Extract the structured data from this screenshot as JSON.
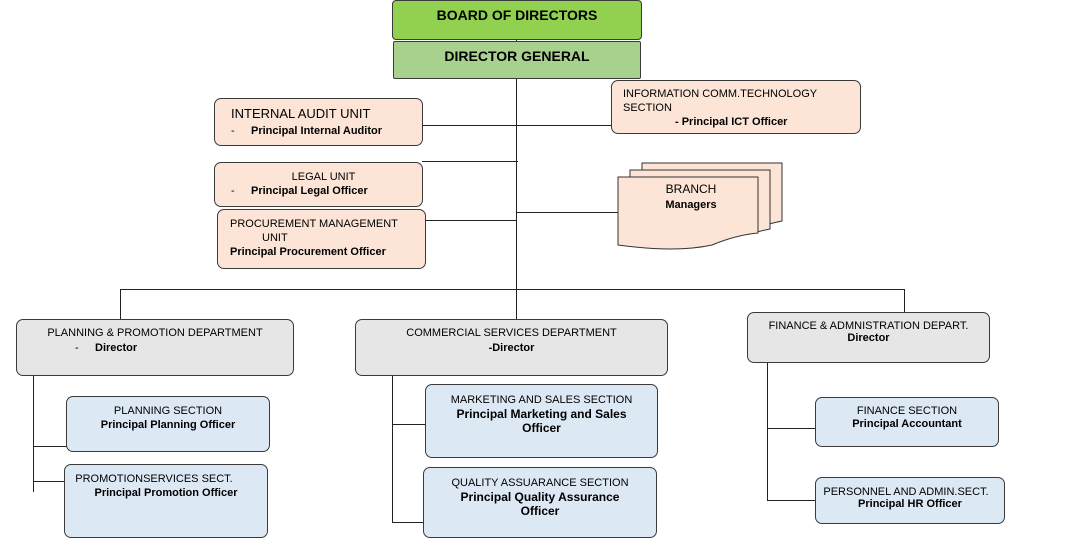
{
  "top": {
    "board": "BOARD OF DIRECTORS",
    "dg": "DIRECTOR GENERAL"
  },
  "units": {
    "audit": {
      "name": "INTERNAL AUDIT UNIT",
      "dash": "-",
      "role": "Principal Internal Auditor"
    },
    "legal": {
      "name": "LEGAL UNIT",
      "dash": "-",
      "role": "Principal Legal Officer"
    },
    "procurement": {
      "name_line1": "PROCUREMENT MANAGEMENT",
      "name_line2": "UNIT",
      "role": "Principal Procurement Officer"
    },
    "ict": {
      "name_line1": "INFORMATION COMM.TECHNOLOGY",
      "name_line2": "SECTION",
      "role": "- Principal ICT Officer"
    },
    "branch": {
      "name": "BRANCH",
      "role": "Managers"
    }
  },
  "departments": {
    "planning": {
      "name": "PLANNING & PROMOTION DEPARTMENT",
      "dash": "-",
      "role": "Director"
    },
    "commercial": {
      "name": "COMMERCIAL SERVICES DEPARTMENT",
      "role": "-Director"
    },
    "finance": {
      "name": "FINANCE & ADMNISTRATION DEPART.",
      "role": "Director"
    }
  },
  "sections": {
    "planning_section": {
      "name": "PLANNING SECTION",
      "role": "Principal Planning Officer"
    },
    "promotion_section": {
      "name": "PROMOTIONSERVICES SECT.",
      "role": "Principal Promotion Officer"
    },
    "marketing_section": {
      "name": "MARKETING AND SALES SECTION",
      "role_line1": "Principal Marketing and Sales",
      "role_line2": "Officer"
    },
    "quality_section": {
      "name": "QUALITY ASSUARANCE SECTION",
      "role_line1": "Principal Quality Assurance",
      "role_line2": "Officer"
    },
    "finance_section": {
      "name": "FINANCE SECTION",
      "role": "Principal Accountant"
    },
    "personnel_section": {
      "name": "PERSONNEL AND ADMIN.SECT.",
      "role": "Principal HR Officer"
    }
  },
  "colors": {
    "board": "#92d050",
    "director_general": "#a9d18e",
    "unit": "#fce4d6",
    "department": "#e7e6e6",
    "section": "#dde8f5",
    "line": "#222222"
  }
}
